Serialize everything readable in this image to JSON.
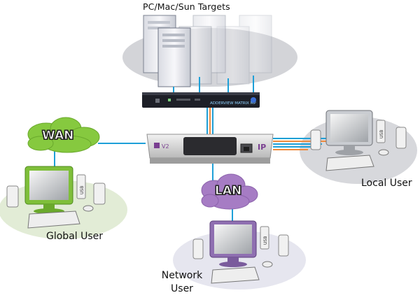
{
  "diagram": {
    "title": "PC/Mac/Sun Targets",
    "wan_label": "WAN",
    "lan_label": "LAN",
    "local_user_label": "Local User",
    "global_user_label": "Global User",
    "network_user_line1": "Network",
    "network_user_line2": "User",
    "switch_brand": "ADDERVIEW MATRIX MP",
    "extender_brand": "IP",
    "usb_label": "USB",
    "colors": {
      "cable_blue": "#1ea0d8",
      "cable_orange": "#f08a3c",
      "wan_cloud": "#86c93f",
      "lan_cloud": "#a67cc4",
      "global_screen": "#7fbf3a",
      "network_screen": "#8f6fb1"
    }
  }
}
